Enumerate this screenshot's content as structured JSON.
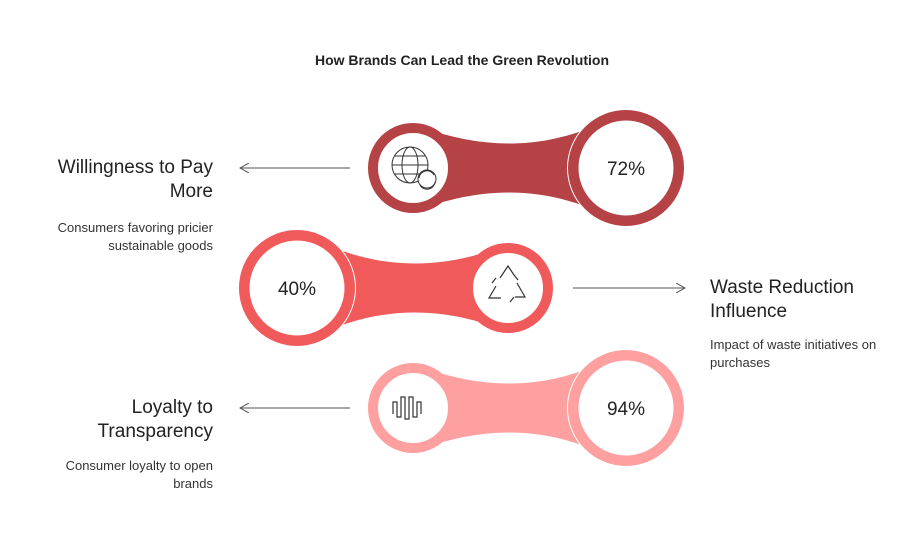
{
  "title": "How Brands Can Lead the Green Revolution",
  "items": [
    {
      "heading": "Willingness to Pay More",
      "description": "Consumers favoring pricier sustainable goods",
      "value": "72%",
      "icon": "globe-refresh-icon",
      "color": "#b54244"
    },
    {
      "heading": "Waste Reduction Influence",
      "description": "Impact of waste initiatives on purchases",
      "value": "40%",
      "icon": "recycle-icon",
      "color": "#f05a5a"
    },
    {
      "heading": "Loyalty to Transparency",
      "description": "Consumer loyalty to open brands",
      "value": "94%",
      "icon": "waveform-icon",
      "color": "#ffa0a0"
    }
  ]
}
